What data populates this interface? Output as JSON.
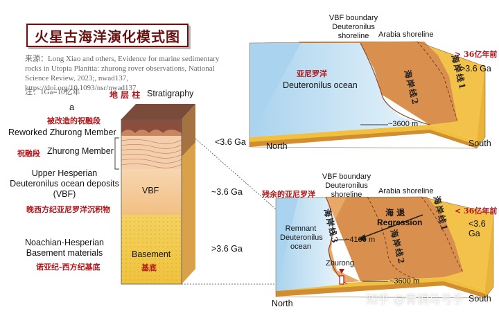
{
  "title": "火星古海洋演化模式图",
  "source": "来源：Long Xiao and others, Evidence for marine sedimentary rocks in Utopia Planitia: zhurong rover observations, National Science Review, 2023;, nwad137, https://doi.org/10.1093/nsr/nwad137",
  "note": "注：1Ga=10亿年",
  "stratigraphy": {
    "title_cn": "地 层 柱",
    "title_en": "Stratigraphy",
    "panel_letter": "a",
    "units": [
      {
        "cn": "被改造的祝融段",
        "en": "Reworked Zhurong Member",
        "age": "<3.6 Ga"
      },
      {
        "cn": "祝融段",
        "en": "Zhurong Member",
        "age": ""
      },
      {
        "cn": "晚西方纪亚尼罗洋沉积物",
        "en": "Upper Hesperian Deuteronilus ocean deposits (VBF)",
        "age": "~3.6 Ga",
        "column_label": "VBF"
      },
      {
        "cn": "诺亚纪-西方纪基底",
        "en": "Noachian-Hesperian Basement materials",
        "age": ">3.6 Ga",
        "column_label": "Basement",
        "column_label_cn": "基底"
      }
    ]
  },
  "block_top": {
    "vbf_label": "VBF boundary\nDeuteronilus\nshoreline",
    "arabia_label": "Arabia shoreline",
    "age_cn": "> 36亿年前",
    "age_en": ">3.6 Ga",
    "ocean_cn": "亚尼罗洋",
    "ocean_en": "Deuteronilus ocean",
    "shoreline2": "海岸线2",
    "shoreline1": "海岸线1",
    "depth": "~3600 m",
    "north": "North",
    "south": "South"
  },
  "block_bottom": {
    "vbf_label": "VBF boundary\nDeuteronilus\nshoreline",
    "arabia_label": "Arabia shoreline",
    "age_cn": "< 36亿年前",
    "age_en": "<3.6 Ga",
    "remnant_cn": "残余的亚尼罗洋",
    "remnant_en": "Remnant\nDeuteronilus\nocean",
    "shoreline3": "海岸线3",
    "shoreline2": "海岸线2",
    "shoreline1": "海岸线1",
    "regression_cn": "海 退",
    "regression_en": "Regression",
    "depth_upper": "~4100 m",
    "depth_lower": "~3600 m",
    "zhurong": "Zhurong",
    "north": "North",
    "south": "South"
  },
  "watermark": "知乎 @青铜马弓手",
  "colors": {
    "ocean": "#c8e4f4",
    "land_orange": "#d9904e",
    "land_yellow": "#f3c24a",
    "title_red": "#6b1010",
    "label_red": "#b0161a"
  }
}
